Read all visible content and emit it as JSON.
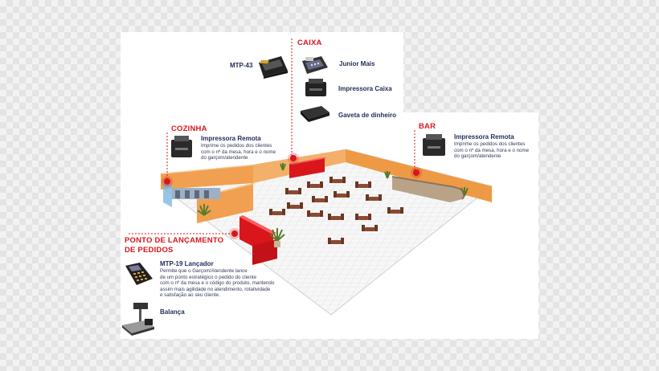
{
  "sections": {
    "caixa": "CAIXA",
    "cozinha": "COZINHA",
    "bar": "BAR",
    "pedidos": "PONTO DE LANÇAMENTO\nDE PEDIDOS"
  },
  "devices": {
    "mtp43": "MTP-43",
    "junior": "Junior Mais",
    "impressora_caixa": "Impressora Caixa",
    "gaveta": "Gaveta de dinheiro",
    "remota_cozinha": "Impressora Remota",
    "remota_cozinha_desc": "Imprime os pedidos dos clientes\ncom o nº da mesa, hora e o nome\ndo garçom/atendente",
    "remota_bar": "Impressora Remota",
    "remota_bar_desc": "Imprime os pedidos dos clientes\ncom o nº da mesa, hora e o nome\ndo garçom/atendente",
    "mtp19": "MTP-19 Lançador",
    "mtp19_desc": "Permite que o Garçom/Atendente lance\nde um ponto estratégico o pedido do cliente\ncom o nº da mesa e o código do produto, mantendo\nassim mais agilidade no atendimento, rotatividade\ne satisfação ao seu cliente.",
    "balanca": "Balança"
  },
  "colors": {
    "accent": "#d8161b",
    "label": "#1f2a5a",
    "wall": "#f0a050"
  },
  "icons": [
    "keyboard-terminal-icon",
    "printer-icon",
    "cash-drawer-icon",
    "order-terminal-icon",
    "scale-icon"
  ]
}
